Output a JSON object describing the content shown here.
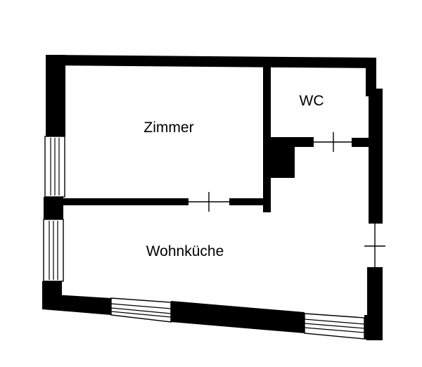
{
  "rooms": {
    "zimmer": "Zimmer",
    "wc": "WC",
    "wohnkueche": "Wohnküche"
  },
  "colors": {
    "wall": "#000000",
    "background": "#ffffff"
  }
}
